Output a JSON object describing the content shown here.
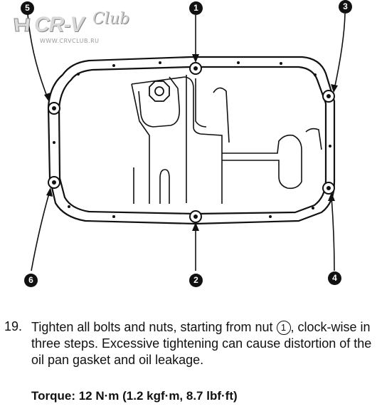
{
  "logo": {
    "brand": "CR-V",
    "script": "Club",
    "url": "WWW.CRVCLUB.RU"
  },
  "callouts": [
    "1",
    "2",
    "3",
    "4",
    "5",
    "6"
  ],
  "step": {
    "number": "19.",
    "text_before": "Tighten all bolts and nuts, starting from nut ",
    "circled_ref": "1",
    "text_after": ", clock-wise in three steps. Excessive tightening can cause distortion of the oil pan gasket and oil leakage."
  },
  "torque": "Torque: 12 N·m (1.2 kgf·m, 8.7 lbf·ft)",
  "colors": {
    "ink": "#111111",
    "logo": "#d8d8d8",
    "background": "#ffffff"
  },
  "icons": [
    "honda-h-icon",
    "bolt-icon",
    "arrow-icon"
  ]
}
